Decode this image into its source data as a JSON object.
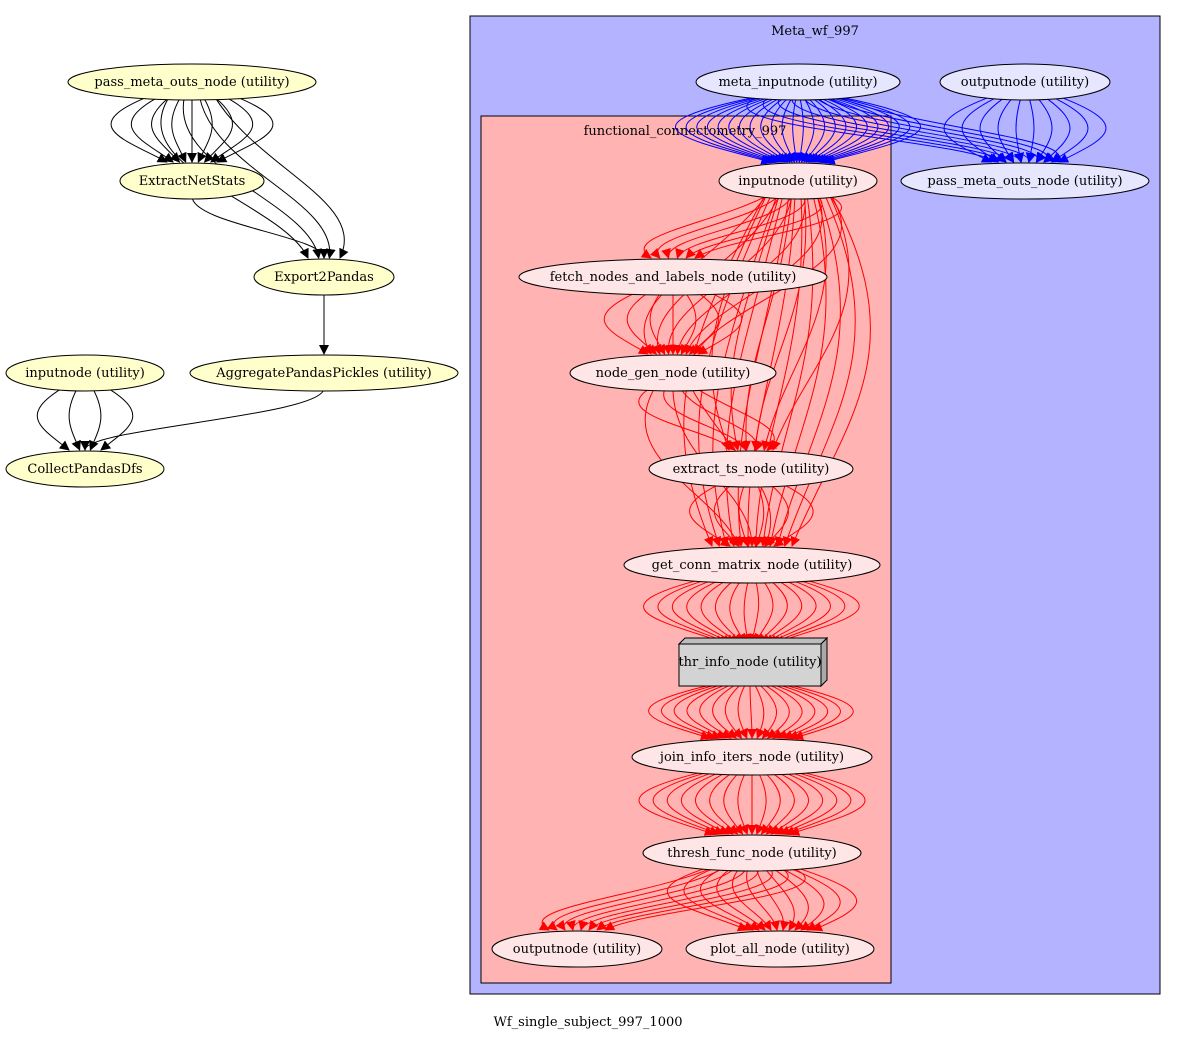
{
  "graph_title": "Wf_single_subject_997_1000",
  "clusters": [
    {
      "id": "meta",
      "label": "Meta_wf_997",
      "fill": "#b3b3ff"
    },
    {
      "id": "func",
      "label": "functional_connectometry_997",
      "fill": "#ffb3b3"
    }
  ],
  "nodes": [
    {
      "id": "pmo",
      "label": "pass_meta_outs_node (utility)",
      "fill": "#ffffcc"
    },
    {
      "id": "ens",
      "label": "ExtractNetStats",
      "fill": "#ffffcc"
    },
    {
      "id": "e2p",
      "label": "Export2Pandas",
      "fill": "#ffffcc"
    },
    {
      "id": "app",
      "label": "AggregatePandasPickles (utility)",
      "fill": "#ffffcc"
    },
    {
      "id": "in_l",
      "label": "inputnode (utility)",
      "fill": "#ffffcc"
    },
    {
      "id": "cpd",
      "label": "CollectPandasDfs",
      "fill": "#ffffcc"
    },
    {
      "id": "mi",
      "label": "meta_inputnode (utility)",
      "fill": "#e6e6ff"
    },
    {
      "id": "on_m",
      "label": "outputnode (utility)",
      "fill": "#e6e6ff"
    },
    {
      "id": "pmo2",
      "label": "pass_meta_outs_node (utility)",
      "fill": "#e6e6ff"
    },
    {
      "id": "in_f",
      "label": "inputnode (utility)",
      "fill": "#ffe6e6"
    },
    {
      "id": "fnl",
      "label": "fetch_nodes_and_labels_node (utility)",
      "fill": "#ffe6e6"
    },
    {
      "id": "ngn",
      "label": "node_gen_node (utility)",
      "fill": "#ffe6e6"
    },
    {
      "id": "ets",
      "label": "extract_ts_node (utility)",
      "fill": "#ffe6e6"
    },
    {
      "id": "gcm",
      "label": "get_conn_matrix_node (utility)",
      "fill": "#ffe6e6"
    },
    {
      "id": "thr",
      "label": "thr_info_node (utility)",
      "fill": "#d3d3d3"
    },
    {
      "id": "jii",
      "label": "join_info_iters_node (utility)",
      "fill": "#ffe6e6"
    },
    {
      "id": "tfn",
      "label": "thresh_func_node (utility)",
      "fill": "#ffe6e6"
    },
    {
      "id": "on_f",
      "label": "outputnode (utility)",
      "fill": "#ffe6e6"
    },
    {
      "id": "pan",
      "label": "plot_all_node (utility)",
      "fill": "#ffe6e6"
    }
  ],
  "edge_colors": {
    "outer": "#000000",
    "meta": "#0000ff",
    "func": "#ff0000"
  },
  "edges": [
    {
      "from": "pmo",
      "to": "ens",
      "count": 9,
      "color": "outer"
    },
    {
      "from": "pmo",
      "to": "e2p",
      "count": 4,
      "color": "outer"
    },
    {
      "from": "ens",
      "to": "e2p",
      "count": 1,
      "color": "outer"
    },
    {
      "from": "e2p",
      "to": "app",
      "count": 1,
      "color": "outer"
    },
    {
      "from": "in_l",
      "to": "cpd",
      "count": 4,
      "color": "outer"
    },
    {
      "from": "app",
      "to": "cpd",
      "count": 1,
      "color": "outer"
    },
    {
      "from": "mi",
      "to": "in_f",
      "count": 24,
      "color": "meta"
    },
    {
      "from": "mi",
      "to": "pmo2",
      "count": 8,
      "color": "meta"
    },
    {
      "from": "on_m",
      "to": "pmo2",
      "count": 10,
      "color": "meta"
    },
    {
      "from": "in_f",
      "to": "fnl",
      "count": 6,
      "color": "func"
    },
    {
      "from": "in_f",
      "to": "ngn",
      "count": 6,
      "color": "func"
    },
    {
      "from": "in_f",
      "to": "ets",
      "count": 6,
      "color": "func"
    },
    {
      "from": "in_f",
      "to": "gcm",
      "count": 12,
      "color": "func"
    },
    {
      "from": "fnl",
      "to": "ngn",
      "count": 7,
      "color": "func"
    },
    {
      "from": "ngn",
      "to": "ets",
      "count": 4,
      "color": "func"
    },
    {
      "from": "ngn",
      "to": "gcm",
      "count": 3,
      "color": "func"
    },
    {
      "from": "ets",
      "to": "gcm",
      "count": 6,
      "color": "func"
    },
    {
      "from": "gcm",
      "to": "thr",
      "count": 16,
      "color": "func"
    },
    {
      "from": "thr",
      "to": "jii",
      "count": 17,
      "color": "func"
    },
    {
      "from": "jii",
      "to": "tfn",
      "count": 17,
      "color": "func"
    },
    {
      "from": "tfn",
      "to": "on_f",
      "count": 8,
      "color": "func"
    },
    {
      "from": "tfn",
      "to": "pan",
      "count": 12,
      "color": "func"
    }
  ]
}
